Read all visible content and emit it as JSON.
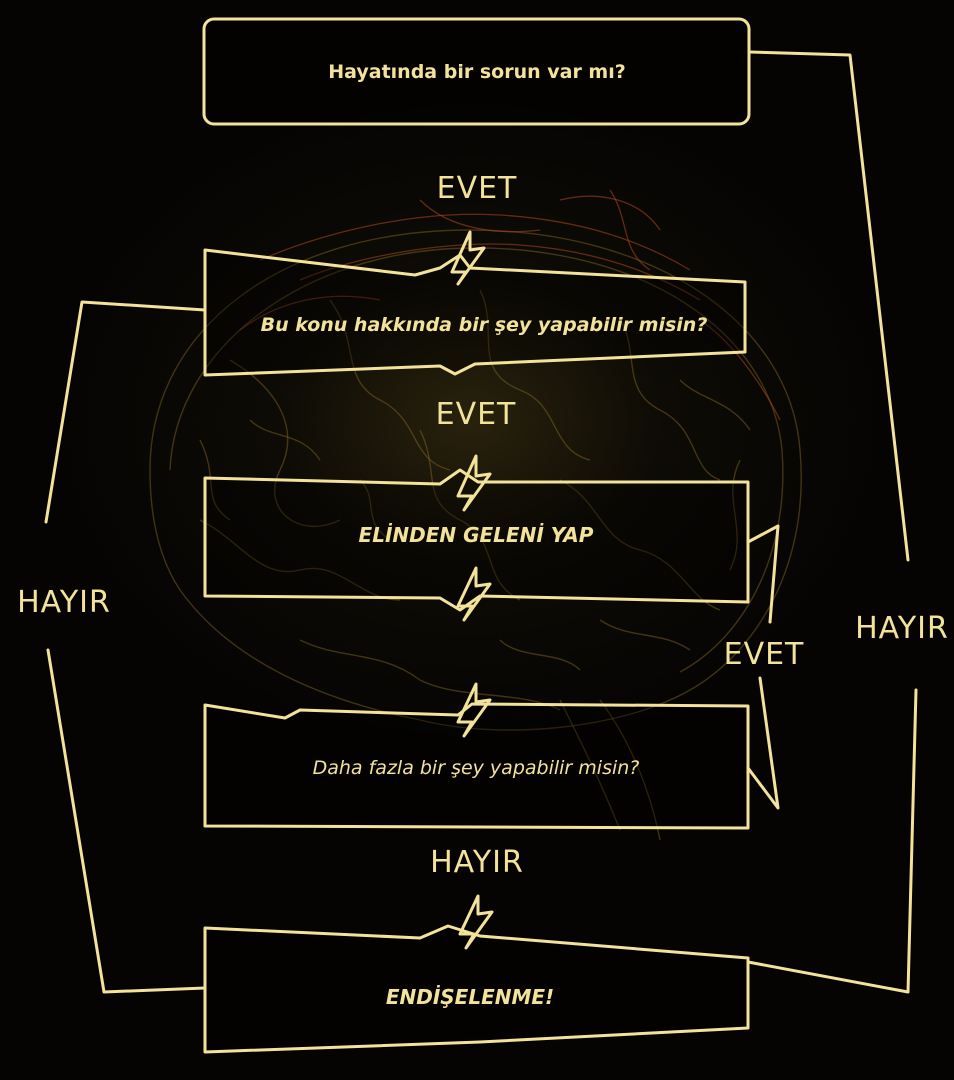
{
  "flowchart": {
    "question_1": "Hayatında bir sorun var mı?",
    "question_2": "Bu konu hakkında bir şey yapabilir misin?",
    "action_1": "ELİNDEN GELENİ YAP",
    "question_3": "Daha fazla bir şey yapabilir misin?",
    "result": "ENDİŞELENME!",
    "labels": {
      "evet_1": "EVET",
      "evet_2": "EVET",
      "evet_3": "EVET",
      "hayir_left": "HAYIR",
      "hayir_right": "HAYIR",
      "hayir_bottom": "HAYIR"
    }
  },
  "colors": {
    "background": "#050403",
    "accent": "#f3e39a",
    "brain_veins": "#8a6a25",
    "brain_red": "#b0451f"
  },
  "background_image": "brain-sketch"
}
